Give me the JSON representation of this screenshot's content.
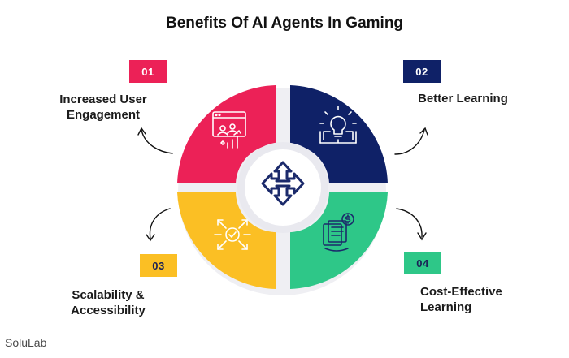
{
  "title": "Benefits Of AI Agents In Gaming",
  "brand": "SoluLab",
  "colors": {
    "q1": "#ec2157",
    "q2": "#0f2167",
    "q3": "#fbbf24",
    "q4": "#2ec788",
    "hub_ring": "#e9e9ef",
    "hub_icon": "#1b2a6b"
  },
  "items": [
    {
      "badge": "01",
      "label_lines": [
        "Increased User",
        "Engagement"
      ],
      "icon": "user-engagement-dashboard-icon"
    },
    {
      "badge": "02",
      "label_lines": [
        "Better Learning"
      ],
      "icon": "lightbulb-book-icon"
    },
    {
      "badge": "03",
      "label_lines": [
        "Scalability &",
        "Accessibility"
      ],
      "icon": "expand-arrows-check-icon"
    },
    {
      "badge": "04",
      "label_lines": [
        "Cost-Effective",
        "Learning"
      ],
      "icon": "cost-book-dollar-icon"
    }
  ],
  "center_icon": "four-way-arrows-icon"
}
